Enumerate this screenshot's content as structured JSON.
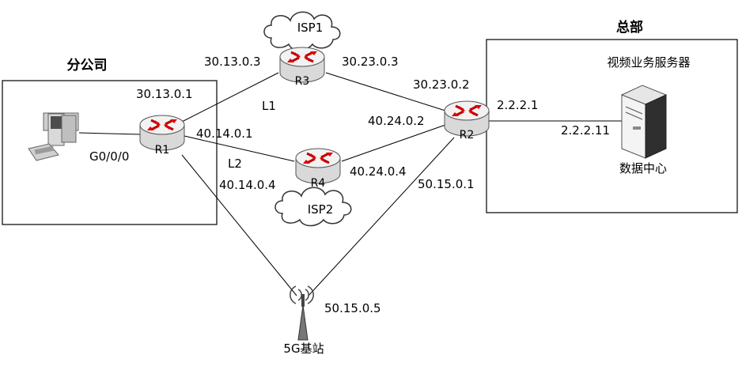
{
  "zones": {
    "branch": {
      "title": "分公司"
    },
    "hq": {
      "title": "总部",
      "server_title": "视频业务服务器",
      "dc_label": "数据中心"
    }
  },
  "routers": {
    "r1": "R1",
    "r2": "R2",
    "r3": "R3",
    "r4": "R4"
  },
  "clouds": {
    "isp1": "ISP1",
    "isp2": "ISP2"
  },
  "base_station": {
    "label": "5G基站"
  },
  "links": {
    "l1": "L1",
    "l2": "L2"
  },
  "ips": {
    "r1_g000": "G0/0/0",
    "r1_isp1": "30.13.0.1",
    "r1_isp2": "40.14.0.1",
    "r1_5g": "40.14.0.4",
    "r3_r1": "30.13.0.3",
    "r3_r2": "30.23.0.3",
    "r2_r3": "30.23.0.2",
    "r2_r4": "40.24.0.2",
    "r2_dc": "2.2.2.1",
    "r4_r2": "40.24.0.4",
    "r2_5g": "50.15.0.1",
    "bs": "50.15.0.5",
    "server": "2.2.2.11"
  }
}
